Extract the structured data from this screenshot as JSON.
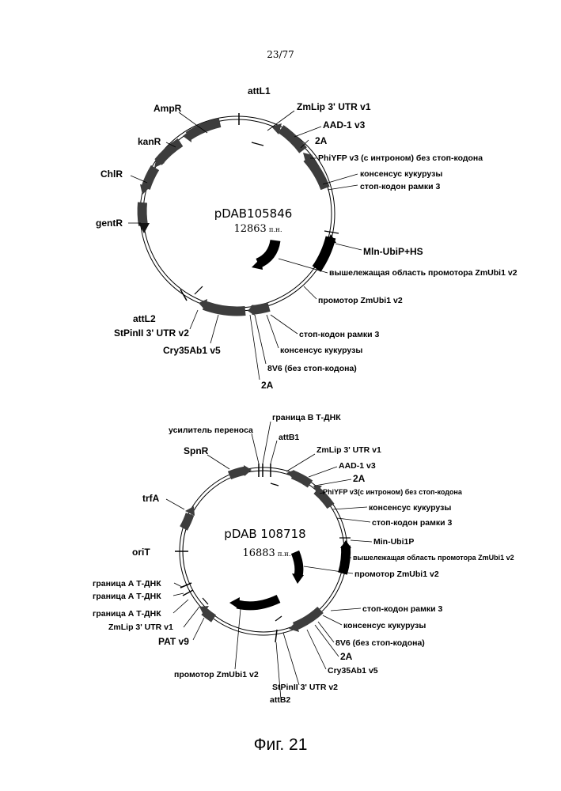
{
  "page_number": "23/77",
  "figure_caption": "Фиг. 21",
  "plasmid1": {
    "name": "pDAB105846",
    "size": "12863",
    "size_unit": "п.н.",
    "labels": {
      "attL1": "attL1",
      "ampR": "AmpR",
      "kanR": "kanR",
      "chlR": "ChlR",
      "gentR": "gentR",
      "zmlip": "ZmLip 3' UTR v1",
      "aad1": "AAD-1 v3",
      "twoA_top": "2A",
      "phiyfp": "PhiYFP v3 (с интроном) без стоп-кодона",
      "consensus_top": "консенсус кукурузы",
      "stop_top": "стоп-кодон рамки 3",
      "mln": "Mln-UbiP+HS",
      "upstream": "вышележащая область промотора ZmUbi1 v2",
      "promoter": "промотор ZmUbi1 v2",
      "stop_bottom": "стоп-кодон рамки 3",
      "consensus_bottom": "консенсус кукурузы",
      "v8": "8V6 (без стоп-кодона)",
      "twoA_bottom": "2A",
      "cry": "Cry35Ab1 v5",
      "stpinii": "StPinII 3' UTR v2",
      "attL2": "attL2"
    }
  },
  "plasmid2": {
    "name": "pDAB 108718",
    "size": "16883",
    "size_unit": "п.н.",
    "labels": {
      "enhancer": "усилитель переноса",
      "borderB": "граница В Т-ДНК",
      "attB1": "attB1",
      "spnR": "SpnR",
      "trfA": "trfA",
      "oriT": "oriT",
      "borderA1": "граница А Т-ДНК",
      "borderA2": "граница А Т-ДНК",
      "borderA3": "граница А Т-ДНК",
      "zmlip_left": "ZmLip 3' UTR v1",
      "pat": "PAT v9",
      "promoter_left": "промотор ZmUbi1 v2",
      "stpinii": "StPinII 3' UTR v2",
      "attB2": "attB2",
      "zmlip": "ZmLip 3' UTR v1",
      "aad1": "AAD-1 v3",
      "twoA_top": "2A",
      "phiyfp": "PhiYFP v3(с интроном) без стоп-кодона",
      "consensus_top": "консенсус кукурузы",
      "stop_top": "стоп-кодон рамки 3",
      "minubi": "Min-Ubi1P",
      "upstream": "вышележащая область промотора ZmUbi1 v2",
      "promoter": "промотор ZmUbi1 v2",
      "stop_bottom": "стоп-кодон рамки 3",
      "consensus_bottom": "консенсус кукурузы",
      "v8": "8V6 (без стоп-кодона)",
      "twoA_bottom": "2A",
      "cry": "Cry35Ab1 v5"
    }
  }
}
